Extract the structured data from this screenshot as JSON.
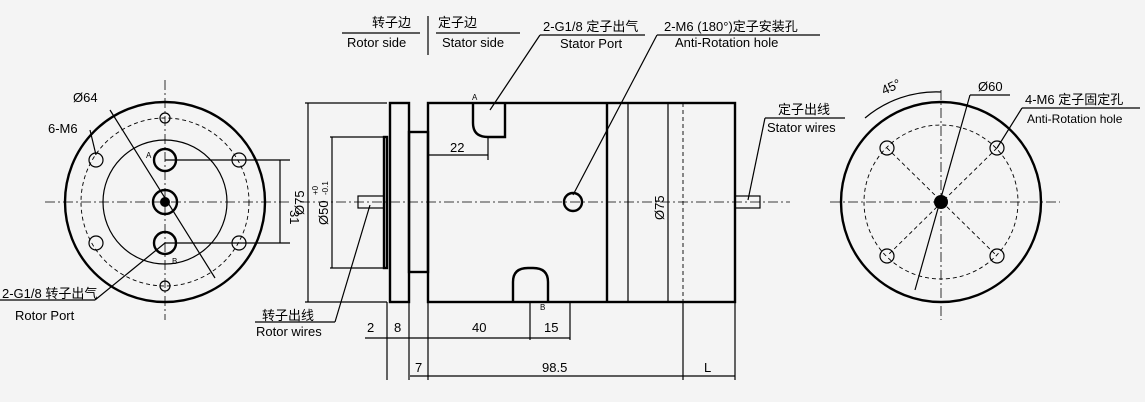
{
  "header": {
    "rotor_side_cn": "转子边",
    "rotor_side_en": "Rotor side",
    "stator_side_cn": "定子边",
    "stator_side_en": "Stator side",
    "stator_port_cn": "2-G1/8 定子出气",
    "stator_port_en": "Stator Port",
    "anti_rotation_cn": "2-M6 (180°)定子安装孔",
    "anti_rotation_en": "Anti-Rotation hole"
  },
  "left_view": {
    "dia": "Ø64",
    "holes": "6-M6",
    "dim_31": "31",
    "port_a": "A",
    "port_b": "B",
    "rotor_port_cn": "2-G1/8 转子出气",
    "rotor_port_en": "Rotor Port"
  },
  "side_view": {
    "dia75_left": "Ø75",
    "dia50": "Ø50",
    "tol_plus": "+0",
    "tol_minus": "-0.1",
    "dim_22": "22",
    "dia75_right": "Ø75",
    "port_a": "A",
    "port_b": "B",
    "rotor_wires_cn": "转子出线",
    "rotor_wires_en": "Rotor wires",
    "stator_wires_cn": "定子出线",
    "stator_wires_en": "Stator wires",
    "dims": {
      "d2": "2",
      "d8": "8",
      "d40": "40",
      "d15": "15",
      "d7": "7",
      "d98": "98.5",
      "L": "L"
    }
  },
  "right_view": {
    "angle": "45°",
    "dia": "Ø60",
    "holes_cn": "4-M6 定子固定孔",
    "holes_en": "Anti-Rotation hole"
  }
}
